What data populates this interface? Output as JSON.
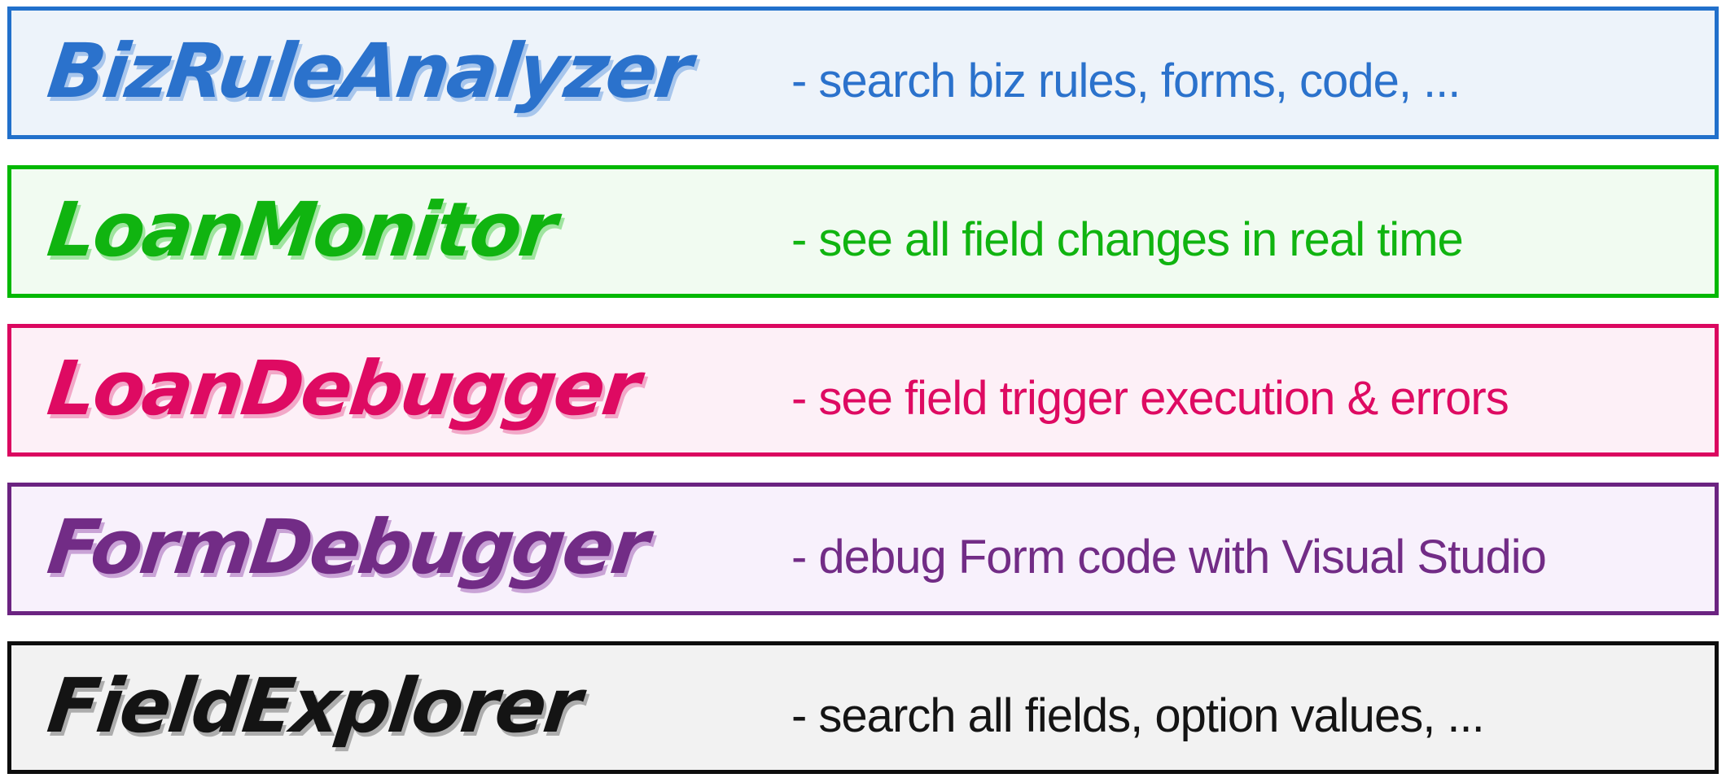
{
  "tools": [
    {
      "name": "BizRuleAnalyzer",
      "description": "- search biz rules, forms, code, ...",
      "border_color": "#2170CB",
      "title_color": "#2B72CC",
      "bg_color": "#EDF3FA",
      "shadow_color": "#A8C6EC"
    },
    {
      "name": "LoanMonitor",
      "description": "- see all field changes in real time",
      "border_color": "#03B803",
      "title_color": "#10B410",
      "bg_color": "#F1FBF1",
      "shadow_color": "#9FE49F"
    },
    {
      "name": "LoanDebugger",
      "description": "- see field trigger execution & errors",
      "border_color": "#DB0760",
      "title_color": "#DE0A62",
      "bg_color": "#FDF0F7",
      "shadow_color": "#F2A8C8"
    },
    {
      "name": "FormDebugger",
      "description": "- debug Form code with Visual Studio",
      "border_color": "#6B2381",
      "title_color": "#722C86",
      "bg_color": "#F8F1FC",
      "shadow_color": "#C9A3D6"
    },
    {
      "name": "FieldExplorer",
      "description": "- search all fields, option values, ...",
      "border_color": "#0D0D0D",
      "title_color": "#141414",
      "bg_color": "#F2F2F2",
      "shadow_color": "#ADADAD"
    }
  ]
}
